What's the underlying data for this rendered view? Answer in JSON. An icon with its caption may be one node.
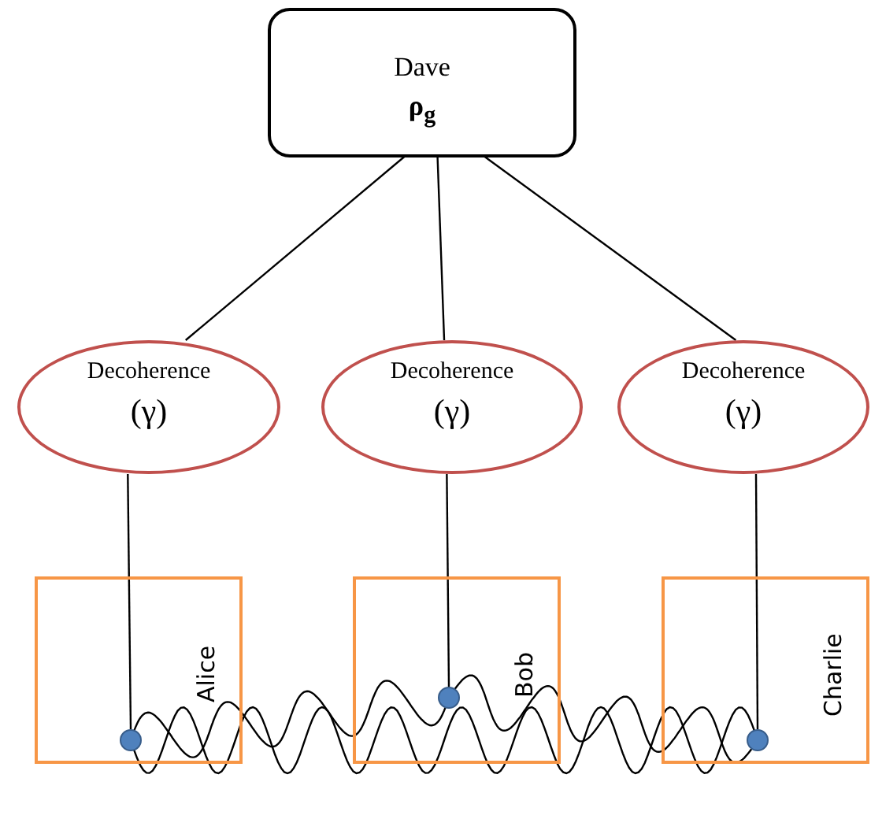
{
  "diagram": {
    "nodes": [
      {
        "text": [
          "Dave",
          "ρ$_{g}$"
        ]
      },
      {
        "text": [
          "Decoherence",
          "(γ)"
        ]
      },
      {
        "text": [
          "Decoherence",
          "(γ)"
        ]
      },
      {
        "text": [
          "Decoherence",
          "(γ)"
        ]
      },
      {
        "text": [
          "Alice"
        ]
      },
      {
        "text": [
          "Bob"
        ]
      },
      {
        "text": [
          "Charlie"
        ]
      },
      {
        "text": [],
        "shape": "circle",
        "in": 4
      },
      {
        "text": [],
        "shape": "circle",
        "in": 5
      },
      {
        "text": [],
        "shape": "circle",
        "in": 6
      }
    ],
    "edges": [
      {
        "from": 0,
        "to": 1,
        "arrow": "none"
      },
      {
        "from": 0,
        "to": 2,
        "arrow": "none"
      },
      {
        "from": 0,
        "to": 3,
        "arrow": "none"
      },
      {
        "from": 1,
        "to": 7,
        "arrow": "none"
      },
      {
        "from": 2,
        "to": 8,
        "arrow": "none"
      },
      {
        "from": 3,
        "to": 9,
        "arrow": "none"
      },
      {
        "from": 7,
        "to": 8,
        "arrow": "none"
      },
      {
        "from": 8,
        "to": 9,
        "arrow": "none"
      },
      {
        "from": 7,
        "to": 9,
        "arrow": "none"
      }
    ]
  }
}
